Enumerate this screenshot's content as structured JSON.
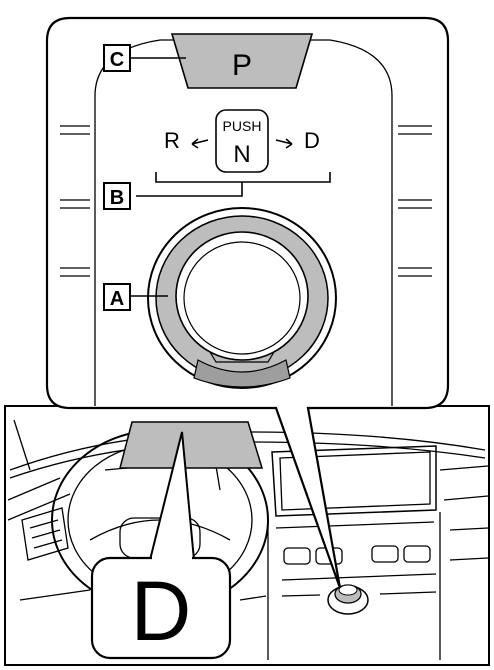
{
  "callouts": {
    "a": "A",
    "b": "B",
    "c": "C",
    "d": "D"
  },
  "shifter": {
    "park": "P",
    "push": "PUSH",
    "neutral": "N",
    "reverse": "R",
    "drive": "D"
  },
  "colors": {
    "highlight": "#bdbdbd",
    "line": "#000000",
    "background": "#ffffff"
  }
}
